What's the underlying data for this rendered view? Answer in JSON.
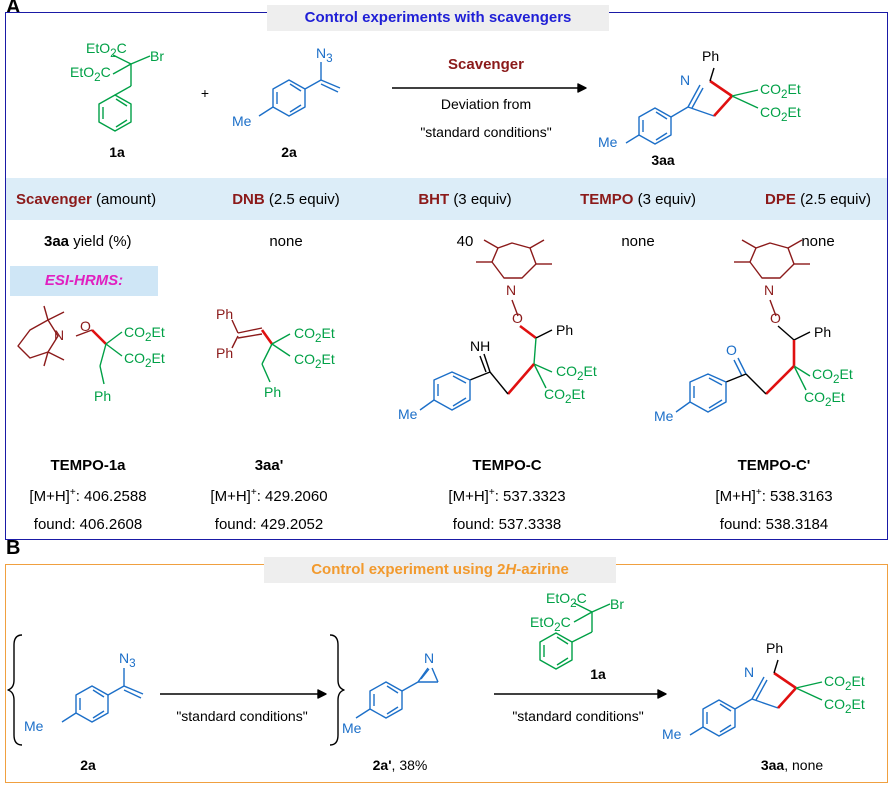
{
  "panels": {
    "a_letter": "A",
    "b_letter": "B",
    "a_title": "Control experiments with scavengers",
    "b_title_pre": "Control experiment using 2",
    "b_title_h": "H",
    "b_title_post": "-azirine"
  },
  "reaction_a": {
    "reagent_1": "1a",
    "reagent_2": "2a",
    "plus": "+",
    "arrow_top": "Scavenger",
    "arrow_bottom_1": "Deviation from",
    "arrow_bottom_2": "\"standard conditions\"",
    "product": "3aa"
  },
  "table": {
    "header": [
      {
        "bold": "Scavenger",
        "rest": " (amount)"
      },
      {
        "bold": "DNB",
        "rest": " (2.5 equiv)"
      },
      {
        "bold": "BHT",
        "rest": " (3 equiv)"
      },
      {
        "bold": "TEMPO",
        "rest": " (3 equiv)"
      },
      {
        "bold": "DPE",
        "rest": " (2.5 equiv)"
      }
    ],
    "row_label_bold": "3aa",
    "row_label_rest": " yield (%)",
    "yields": [
      "none",
      "40",
      "none",
      "none"
    ]
  },
  "esi": {
    "label": "ESI-HRMS:",
    "compounds": [
      {
        "name": "TEMPO-1a",
        "calc_label": "[M+H]",
        "calc_value": ": 406.2588",
        "found": "found: 406.2608"
      },
      {
        "name": "3aa'",
        "calc_label": "[M+H]",
        "calc_value": ": 429.2060",
        "found": "found: 429.2052"
      },
      {
        "name": "TEMPO-C",
        "calc_label": "[M+H]",
        "calc_value": ": 537.3323",
        "found": "found: 537.3338"
      },
      {
        "name": "TEMPO-C'",
        "calc_label": "[M+H]",
        "calc_value": ": 538.3163",
        "found": "found: 538.3184"
      }
    ],
    "plus_sup": "+"
  },
  "reaction_b": {
    "start": "2a",
    "arrow1": "\"standard conditions\"",
    "intermediate_name": "2a'",
    "intermediate_yield": ", 38%",
    "reagent": "1a",
    "arrow2": "\"standard conditions\"",
    "product_name": "3aa",
    "product_yield": ", none"
  },
  "structure_labels": {
    "co2et": "CO",
    "two": "2",
    "et": "Et",
    "eto2c": "EtO",
    "c_suffix": "C",
    "br": "Br",
    "n3": "N",
    "three": "3",
    "me": "Me",
    "ph": "Ph",
    "n": "N",
    "o": "O",
    "nh": "NH"
  },
  "colors": {
    "panel_a_border": "#1a1aa6",
    "panel_b_border": "#f0a040",
    "green": "#00a046",
    "blue": "#1c6fc8",
    "red_bond": "#e01010",
    "dark_red": "#8b1a1a",
    "magenta": "#e020c0"
  }
}
